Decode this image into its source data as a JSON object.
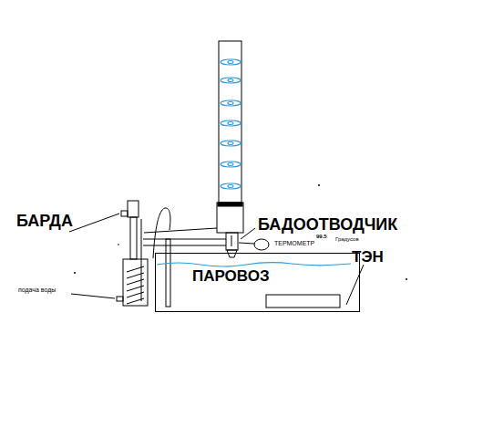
{
  "diagram": {
    "nodes": [
      {
        "text": [
          "ПАРОВОЗ"
        ]
      }
    ],
    "labels": [
      "БАРДА",
      "БАДООТВОДЧИК",
      "ТЕРМОМЕТР",
      "99.5",
      "Градусов",
      "ТЭН",
      "подача воды"
    ]
  }
}
